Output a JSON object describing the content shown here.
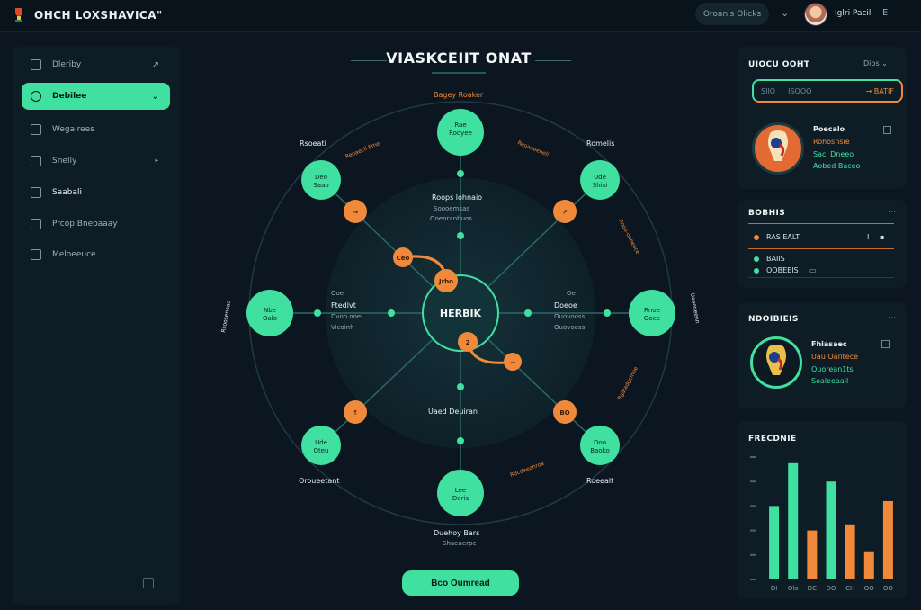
{
  "app": {
    "title": "OHCH LOXSHAVICA\""
  },
  "topbar": {
    "search_label": "Oroanis Olicks",
    "user_name": "Iglri Pacil",
    "user_badge": "E"
  },
  "sidebar": {
    "items": [
      {
        "label": "Dleriby",
        "trail": "↗",
        "active": false,
        "icon": "grid-icon"
      },
      {
        "label": "Debilee",
        "trail": "⌄",
        "active": true,
        "icon": "target-icon"
      },
      {
        "label": "Wegalrees",
        "trail": "",
        "active": false,
        "icon": "chart-icon"
      },
      {
        "label": "Snelly",
        "trail": "‣",
        "active": false,
        "icon": "trophy-icon"
      },
      {
        "label": "Saabali",
        "trail": "",
        "active": false,
        "icon": "doc-icon"
      },
      {
        "label": "Prcop Bneoaaay",
        "trail": "",
        "active": false,
        "icon": "globe-icon"
      },
      {
        "label": "Meloeeuce",
        "trail": "",
        "active": false,
        "icon": "ball-icon"
      }
    ]
  },
  "center": {
    "title": "VIASKCEIIT ONAT",
    "cta": "Bco Oumread",
    "hub": "HERBIK",
    "top_label": "Bagey Roaker",
    "bottom_label": "Duehoy Bars",
    "bottom_sub": "Shaeaerpe",
    "upper_center_label": "Roops lohnaio",
    "upper_center_sub1": "Soooemsas",
    "upper_center_sub2": "Ooenranbuos",
    "lower_center_label": "Uaed Deuiran",
    "left_mid_label": "Ftedlvt",
    "left_mid_tag": "Ooe",
    "left_mid_sub1": "Dvoo ooel",
    "left_mid_sub2": "Vicoinh",
    "right_mid_label": "Doeoe",
    "right_mid_tag": "Oe",
    "right_mid_sub1": "Ouovooss",
    "right_mid_sub2": "Ouovooss",
    "outer_labels": [
      "Rsoeati",
      "Romelis",
      "Oroueetant",
      "Roeealt",
      "Rsooseneac",
      "Uoeeneenn"
    ],
    "arc_labels": [
      "Reoaecil Eme",
      "Reoaaeeneli",
      "Rooo-ooeeoce",
      "Bgaiadgcmoe",
      "Rdcdaeahroa"
    ],
    "nodes": [
      {
        "label": "Rae\nRooyee"
      },
      {
        "label": "Ude\nShisi"
      },
      {
        "label": "Rnoe\nOoee"
      },
      {
        "label": "Doo\nBaoko"
      },
      {
        "label": "Lee\nDaris"
      },
      {
        "label": "Ude\nOteu"
      },
      {
        "label": "Nbe\nOalo"
      },
      {
        "label": "Deo\nSaao"
      }
    ],
    "orange_nodes": [
      "→",
      "↗",
      "Ceo",
      "Jrbo",
      "2",
      "→",
      "↑",
      "BO"
    ]
  },
  "right": {
    "panel1": {
      "title": "UIOCU OOHT",
      "filter": "Dibs",
      "bar_left": "SIIO",
      "bar_mid": "ISOOO",
      "bar_right": "→ BATIF",
      "card": {
        "name": "Poecalo",
        "line1": "Rohosnsie",
        "line2": "Sacl Dneeo",
        "line3": "Aobed Baceo"
      }
    },
    "panel2": {
      "title": "BOBHIS",
      "rows": [
        {
          "label": "RAS EALT",
          "value": "I"
        },
        {
          "label": "BAIIS",
          "value": ""
        },
        {
          "label": "OOBEEIS",
          "value": ""
        }
      ]
    },
    "panel3": {
      "title": "NDOIBIEIS",
      "card": {
        "name": "Fhiasaec",
        "line1": "Uau Oantece",
        "line2": "Ouorean1ts",
        "line3": "Soaleeaail"
      }
    },
    "panel4": {
      "title": "FRECDNIE"
    }
  },
  "chart_data": {
    "type": "bar",
    "title": "FRECDNIE",
    "categories": [
      "DI",
      "Olo",
      "DC",
      "DO",
      "CH",
      "OO",
      "OO"
    ],
    "series": [
      {
        "color": "#3fe0a0",
        "values": [
          0.6,
          0.95,
          0,
          0.8,
          0,
          0,
          0
        ]
      },
      {
        "color": "#f08a3a",
        "values": [
          0,
          0,
          0.4,
          0,
          0.45,
          0.23,
          0.64
        ]
      }
    ],
    "ylim": [
      0,
      1
    ]
  },
  "colors": {
    "accent": "#3fe0a0",
    "orange": "#f08a3a",
    "bg": "#0b1620",
    "panel": "#0e1c26"
  }
}
